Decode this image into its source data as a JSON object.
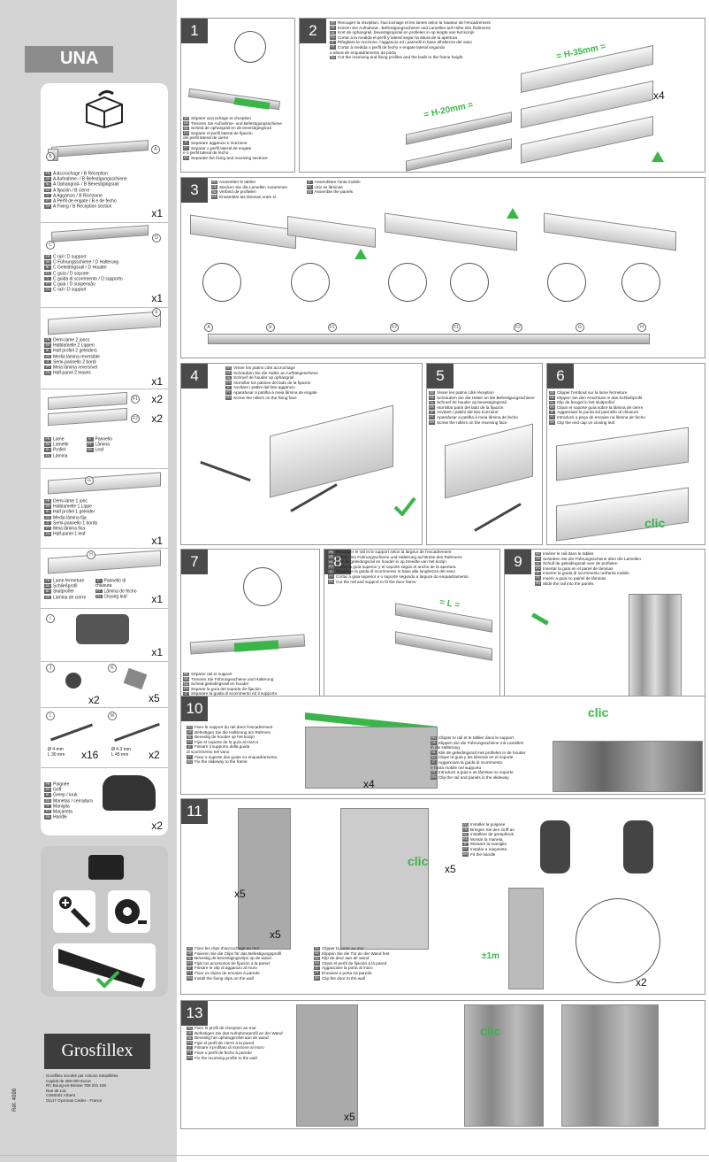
{
  "product": "UNA",
  "parts": {
    "a": {
      "labels": [
        "FR A Accrochage / B Réception",
        "DE A Aufnahme- / B Befestigungsschiene",
        "NL A Ophangrail- / B Bevestigingsrail",
        "ES A fijación / B cierre",
        "IT A Aggancio / B Ricezione",
        "PT A Perfil de engate / B e de fecho",
        "EN A Fixing / B Reception section"
      ],
      "qty": "x1",
      "callouts": [
        "A",
        "B"
      ]
    },
    "c": {
      "labels": [
        "FR C rail / D support",
        "DE C Führungsschiene / D Halterung",
        "NL C Geleidingsrail / D Houder",
        "ES C guía / D soporte",
        "IT C guida di scorrimento / D supporto",
        "PT C guia / D suspensão",
        "EN C rail / D support"
      ],
      "qty": "x1",
      "callouts": [
        "C",
        "D"
      ]
    },
    "e": {
      "labels": [
        "FR Demi-lame 2 joncs",
        "DE Halblamelle 2 Lippen",
        "NL Half profiel 2 geleiders",
        "ES Media lámina reversible",
        "IT Semi-pannello 2 bordi",
        "PT Meia lâmina reversível",
        "EN Half-panel 2 leaves"
      ],
      "qty": "x1",
      "callouts": [
        "E"
      ]
    },
    "f": {
      "labels": [
        "FR Lame",
        "DE Lamelle",
        "NL Profiel",
        "ES Lámina",
        "IT Pannello",
        "PT Lâmina",
        "EN Leaf"
      ],
      "qty1": "x2",
      "qty2": "x2",
      "callouts": [
        "F1",
        "F2"
      ]
    },
    "g": {
      "labels": [
        "FR Demi-lame 1 jonc",
        "DE Halblamelle 1 Lippe",
        "NL Half profiel 1 geleider",
        "ES Media lámina fija",
        "IT Semi-pannello 1 bordo",
        "PT Meia lâmina fixa",
        "EN Half-panel 1 leaf"
      ],
      "qty": "x1",
      "callouts": [
        "G"
      ]
    },
    "h": {
      "labels": [
        "FR Lame fermeture",
        "DE Schließprofil",
        "NL Sluitprofiel",
        "ES Lámina de cierre",
        "IT Pannello di chiusura",
        "PT Lâmina de fecho",
        "EN Closing leaf"
      ],
      "qty": "x1",
      "callouts": [
        "H"
      ]
    },
    "i": {
      "qty": "x1",
      "callouts": [
        "I"
      ]
    },
    "jk": {
      "qtyJ": "x2",
      "qtyK": "x5",
      "callouts": [
        "J",
        "K"
      ]
    },
    "lm": {
      "l": "Ø 4 mm\nL 30 mm",
      "m": "Ø 4.3 mm\nL 45 mm",
      "qtyL": "x16",
      "qtyM": "x2",
      "callouts": [
        "L",
        "M"
      ]
    },
    "n": {
      "labels": [
        "FR Poignée",
        "DE Griff",
        "NL Greep / kruk",
        "ES Manetas / cerradura",
        "IT Maniglia",
        "PT Maçaneta",
        "EN Handle"
      ],
      "qty": "x2"
    }
  },
  "company": {
    "logo": "Grosfillex",
    "address": "Grosfillex Société par Actions Simplifiées\nCapital de 458 000 Euros\nRC Bourg-en-Bresse 759 201 100\nRue de Lac\nCS60401 Arbent\n01117 Oyonnax Cedex - France",
    "ref": "Réf. 4098"
  },
  "steps": {
    "s1": {
      "num": "1",
      "capt": [
        "FR Séparer accrochage et réception",
        "DE Trennen Sie Aufnahme- und Befestigungsschiene",
        "NL Scheid de ophangrail en de bevestigingsrail",
        "ES Separar el perfil lateral de fijación",
        "   del perfil lateral de cierre",
        "IT Separare aggancio e ricezione",
        "PT Separar o perfil lateral de engate",
        "   e o perfil lateral de fecho",
        "EN Separate the fixing and receiving sections"
      ]
    },
    "s2": {
      "num": "2",
      "capt": [
        "FR Recouper la réception, l'accrochage et les lames selon la hauteur de l'encadrement",
        "DE Kürzen Sie Aufnahme-, Befestigungsschiene und Lamellen auf Höhe des Rahmens",
        "NL Kort de ophangrail, bevestigingsrail en profielen in op lengte van het kozijn",
        "ES Cortar a la medida el perfil y lateral según la altura de la apertura",
        "IT Rifagliare la ricezione, l'aggancio ed i pannelli in base all'altezza del vano",
        "PT Cortar à medida o perfil de fecho e engate lateral segundo",
        "   a altura de enquadramento da porta",
        "EN Cut the receiving and fixing profiles and the leafs to the frame height"
      ],
      "dim1": "= H-35mm =",
      "dim2": "= H-20mm =",
      "qty": "x4"
    },
    "s3": {
      "num": "3",
      "capt": [
        "FR Assembler le tablier",
        "DE Stecken Sie die Lamellen zusammen",
        "NL Verbind de profielen",
        "ES Ensamblar las láminas entre sí",
        "IT Assemblare l'anta mobile",
        "PT Unir as lâminas",
        "EN Assemble the panels"
      ],
      "seq": [
        "A",
        "E",
        "F1",
        "F2",
        "F1",
        "F2",
        "G",
        "H"
      ]
    },
    "s4": {
      "num": "4",
      "capt": [
        "FR Visser les patins côté accrochage",
        "DE Schrauben Sie die Halter an Aufhängeschiene",
        "NL Schroef de houder op ophangrail",
        "ES Atornillar los patines del lado de la fijación",
        "IT Avvitare i pattini dal lato aggancio",
        "PT Aparafusar a patilha à meia lâmina de engate",
        "EN Screw the rollers on the fixing face"
      ]
    },
    "s5": {
      "num": "5",
      "capt": [
        "FR Visser les patins côté réception",
        "DE Schrauben Sie die Halter an die Befestigungsschiene",
        "NL Schroef de houder op bevestigingsrail",
        "ES Atornillar patín del lado de la fijación",
        "IT Avvitare i pattini dal lato ricezione",
        "PT Aparafusar a patilha à meia lâmina de fecho",
        "EN Screw the rollers on the receiving face"
      ]
    },
    "s6": {
      "num": "6",
      "capt": [
        "FR Clipper l'embout sur la lame fermeture",
        "DE Klippen Sie den Anschluss in das Schließprofil",
        "NL Klip de beugel in het sluitprofiel",
        "ES Clipar el soporte guía sobre la lámina de cierre",
        "IT Agganciare la punta sul pannello di chiusura",
        "PT Introduzir a peça de encaixe na lâmina de fecho",
        "EN Clip the end cap on closing leaf"
      ],
      "clic": "clic"
    },
    "s7": {
      "num": "7",
      "capt": [
        "FR Séparer rail et support",
        "DE Trennen Sie Führungsschiene und Halterung",
        "NL Scheid geleidingsrail en houder",
        "ES Separar la guía del soporte de fijación",
        "IT Separare la guida di scorrimento ed il supporto",
        "PT Separar a guia e o suporte de fixação",
        "EN Separate the rail and support"
      ]
    },
    "s8": {
      "num": "8",
      "capt": [
        "FR Recouper le rail et le support selon la largeur de l'encadrement",
        "DE Kürzen Sie Führungsschiene und Halterung auf Breite des Rahmens",
        "NL Kort de geleidingsrail en houder in op breedte van het kozijn",
        "ES Cortar la guía superior y el soporte según el ancho de la apertura",
        "IT Rifagliare la guida di scorrimento in base alla lunghezza del vano",
        "PT Cortar a guia superior e o suporte segundo a largura do enquadramento",
        "EN Cut the rail and support to fit the door frame"
      ],
      "dim": "= L ="
    },
    "s9": {
      "num": "9",
      "capt": [
        "FR Insérer le rail dans le tablier",
        "DE Schieben Sie die Führungsschiene über die Lamellen",
        "NL Schuif de geleidingsrail over de profielen",
        "ES Insertar la guía en el panel de láminas",
        "IT Inserire la guida di scorrimento nell'anta mobile",
        "PT Inserir a guia no painel de lâminas",
        "EN Slide the rail into the panels"
      ]
    },
    "s10": {
      "num": "10",
      "capt1": [
        "FR Fixer le support du rail dans l'encadrement",
        "DE Befestigen Sie die Halterung am Rahmen",
        "NL Bevestig de houder op het kozijn",
        "ES Fijar el soporte de la guía al marco",
        "IT Fissare il supporto della guida",
        "   di scorrimento nel vano",
        "PT Fixar o suporte das guias no enquadramento",
        "EN Fix the slideway to the frame"
      ],
      "capt2": [
        "FR Clipper le rail et le tablier dans le support",
        "DE Klippen Sie die Führungsschiene mit Lamellen",
        "   in die Halterung",
        "NL Klik de geleidingsrail met profielen in de houder",
        "ES Clipar la guía y las láminas en el soporte",
        "IT Agganciare la guida di scorrimento",
        "   e l'anta mobile nel supporto",
        "PT Introduzir a guia e as lâminas no suporte",
        "EN Clip the rail and panels in the slideway"
      ],
      "qty": "x4",
      "clic": "clic"
    },
    "s11": {
      "num": "11",
      "capt1": [
        "FR Fixer les clips d'accrochage au mur",
        "DE Fixieren Sie die Clips für das Befestigungsprofil",
        "NL Bevestig de bevestigingsclips op de wand",
        "ES Fijar los accesorios de fijación a la pared",
        "IT Fissare le clip di aggancio al muro",
        "PT Fixar os clipes de encaixe à parede",
        "EN Install the fixing clips on the wall"
      ],
      "capt2": [
        "FR Clipper la porte au mur",
        "DE Klippen Sie die Tür an der Wand fest",
        "NL Klip de deur aan de wand",
        "ES Clipar el perfil de fijación a la pared",
        "IT Agganciare la porta al muro",
        "PT Encaixar a porta na parede",
        "EN Clip the door to the wall"
      ],
      "capt3": [
        "FR Installer la poignée",
        "DE Bringen Sie den Griff an",
        "NL Installeer de greep/kruk",
        "ES Montar la maneta",
        "IT Montare la maniglia",
        "PT Instalar a maçaneta",
        "EN Fit the handle"
      ],
      "qty1": "x5",
      "qty2": "x5",
      "qty3": "x5",
      "qty4": "x2",
      "clic": "clic",
      "dim": "±1m"
    },
    "s13": {
      "num": "13",
      "capt": [
        "FR Fixer le profil de réception au mur",
        "DE Befestigen Sie das Aufnahmeprofil an der Wand",
        "NL Bevestig het ophangprofiel aan de wand",
        "ES Fijar el perfil de cierre a la pared",
        "IT Fissare il profilato di ricezione al muro",
        "PT Fixar o perfil de fecho à parede",
        "EN Fix the receiving profile to the wall"
      ],
      "qty": "x5",
      "clic": "clic"
    }
  },
  "colors": {
    "green": "#3ab54a",
    "dark": "#4a4a4a",
    "grey": "#d4d4d4"
  }
}
